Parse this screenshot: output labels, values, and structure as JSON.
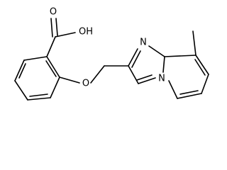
{
  "structure": {
    "atoms": {
      "carbonyl_o": "O",
      "hydroxyl": "OH",
      "ether_o": "O",
      "ring_n": "N",
      "bridge_n": "N"
    },
    "colors": {
      "bond": "#000000",
      "label": "#000000",
      "background": "#ffffff"
    }
  }
}
